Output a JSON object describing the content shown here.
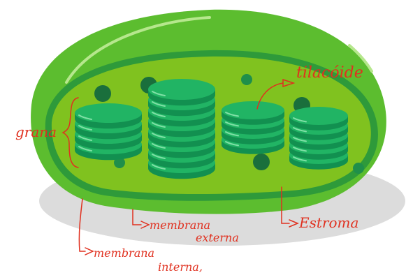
{
  "labels": {
    "tilacoide": "tilacóide",
    "grana": "grana",
    "membrana_externa_line1": "membrana",
    "membrana_externa_line2": "externa",
    "estroma": "Estroma",
    "membrana_interna_line1": "membrana",
    "membrana_interna_line2": "interna,"
  },
  "colors": {
    "outer_membrane": "#5cbd2f",
    "outer_membrane_dark": "#3f9a22",
    "inner_band": "#2e9a3a",
    "stroma": "#80c21f",
    "thylakoid": "#21b464",
    "thylakoid_dark": "#129050",
    "granule": "#1a6f3c",
    "shadow": "#d9d9d9",
    "annotation": "#e0301f"
  }
}
